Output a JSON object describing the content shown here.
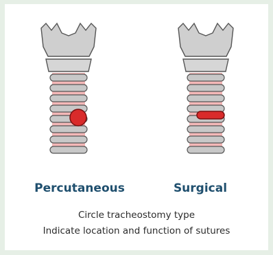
{
  "options": [
    {
      "label": "Percutaneous",
      "marker": "circle"
    },
    {
      "label": "Surgical",
      "marker": "horizontal-bar"
    }
  ],
  "instructions": [
    "Circle tracheostomy type",
    "Indicate location and function of sutures"
  ],
  "colors": {
    "background": "#e6efe6",
    "card": "#ffffff",
    "label": "#1f4f6e",
    "marker": "#d92b2b",
    "ring": "#c8c8c8",
    "gap": "#f4b8b8",
    "outline": "#555555"
  }
}
